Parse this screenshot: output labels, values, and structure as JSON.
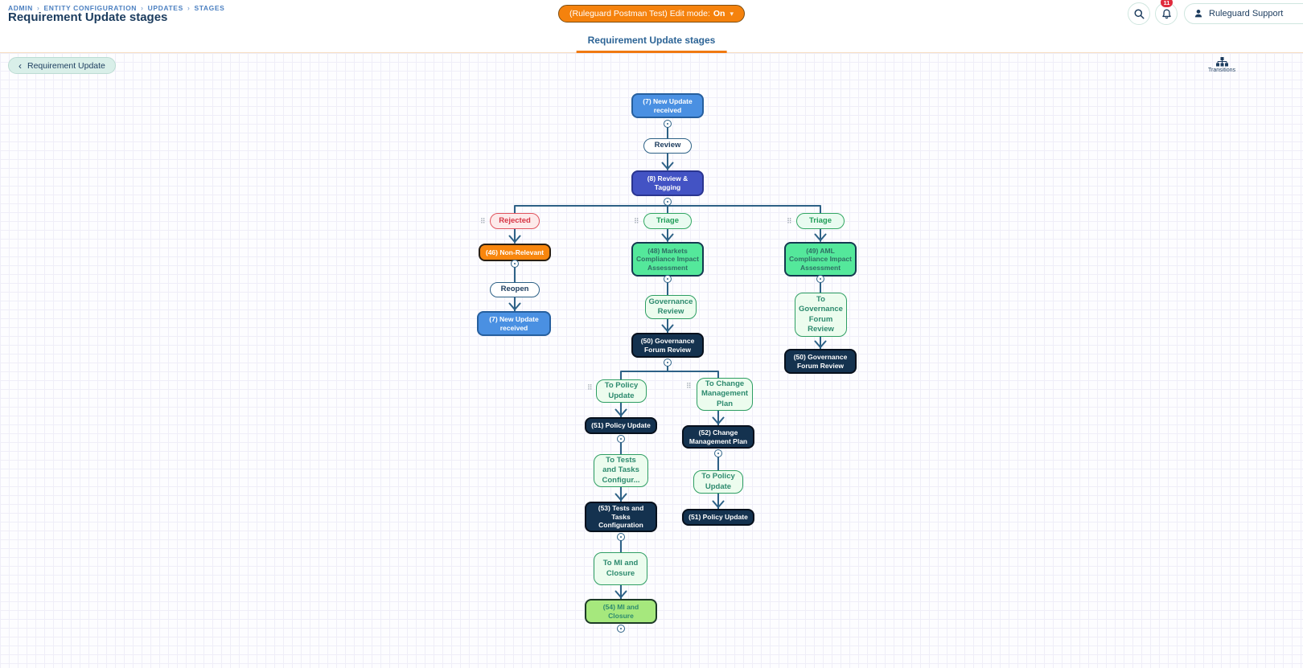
{
  "breadcrumb": {
    "separator": "›",
    "items": [
      "ADMIN",
      "ENTITY CONFIGURATION",
      "UPDATES",
      "STAGES"
    ]
  },
  "page_title": "Requirement Update stages",
  "header": {
    "edit_badge": {
      "prefix": "(Ruleguard Postman Test) Edit mode:",
      "state": "On",
      "chevron": "▾"
    },
    "notifications_count": "11",
    "user_name": "Ruleguard Support"
  },
  "tabs": {
    "active_label": "Requirement Update stages"
  },
  "toolbar": {
    "back_chevron": "‹",
    "back_label": "Requirement Update",
    "transitions_label": "Transitions"
  },
  "diagram": {
    "nodes": [
      {
        "label": "(7) New Update received",
        "type": "blue"
      },
      {
        "label": "(8) Review & Tagging",
        "type": "indigo"
      },
      {
        "label": "(46) Non-Relevant",
        "type": "orange"
      },
      {
        "label": "(7) New Update received",
        "type": "blue"
      },
      {
        "label": "(48) Markets Compliance Impact Assessment",
        "type": "mint"
      },
      {
        "label": "(50) Governance Forum Review",
        "type": "navy"
      },
      {
        "label": "(49) AML Compliance Impact Assessment",
        "type": "mint"
      },
      {
        "label": "(50) Governance Forum Review",
        "type": "navy"
      },
      {
        "label": "(51) Policy Update",
        "type": "navy"
      },
      {
        "label": "(52) Change Management Plan",
        "type": "navy"
      },
      {
        "label": "(53) Tests and Tasks Configuration",
        "type": "navy"
      },
      {
        "label": "(51) Policy Update",
        "type": "navy"
      },
      {
        "label": "(54) MI and Closure",
        "type": "lime"
      }
    ],
    "transitions": [
      {
        "label": "Review",
        "type": "white"
      },
      {
        "label": "Rejected",
        "type": "red"
      },
      {
        "label": "Triage",
        "type": "green"
      },
      {
        "label": "Triage",
        "type": "green"
      },
      {
        "label": "Reopen",
        "type": "white"
      },
      {
        "label": "Governance Review",
        "type": "lightgreen"
      },
      {
        "label": "To Governance Forum Review",
        "type": "lightgreen"
      },
      {
        "label": "To Policy Update",
        "type": "lightgreen"
      },
      {
        "label": "To Change Management Plan",
        "type": "lightgreen"
      },
      {
        "label": "To Tests and Tasks Configur...",
        "type": "lightgreen"
      },
      {
        "label": "To Policy Update",
        "type": "lightgreen"
      },
      {
        "label": "To MI and Closure",
        "type": "lightgreen"
      }
    ]
  },
  "colors": {
    "accent_orange": "#f5820d",
    "tab_underline": "#f07a11",
    "edge": "#2d6186",
    "node_blue": "#4a90e2",
    "node_indigo": "#4353c4",
    "node_orange": "#f8860d",
    "node_mint": "#54e89b",
    "node_navy": "#14324f",
    "node_lime": "#a6e87d",
    "badge_red": "#e02b3c"
  }
}
